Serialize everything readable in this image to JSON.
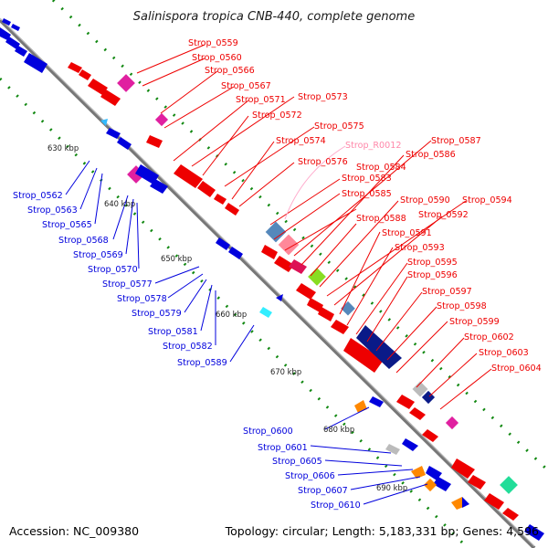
{
  "title": "Salinispora tropica CNB-440, complete genome",
  "footer": {
    "accession": "Accession: NC_009380",
    "info": "Topology: circular; Length: 5,183,331 bp; Genes: 4,596"
  },
  "colors": {
    "forward_cds": "#ee0000",
    "reverse_cds": "#0000dd",
    "trna": "#ff88aa",
    "backbone": "#888888",
    "gc_dots": "#118811"
  },
  "ticks": [
    "630 kbp",
    "640 kbp",
    "650 kbp",
    "660 kbp",
    "670 kbp",
    "680 kbp",
    "690 kbp"
  ],
  "forward_labels": [
    "Strop_0559",
    "Strop_0560",
    "Strop_0566",
    "Strop_0567",
    "Strop_0571",
    "Strop_0573",
    "Strop_0572",
    "Strop_0575",
    "Strop_0574",
    "Strop_R0012",
    "Strop_0587",
    "Strop_0586",
    "Strop_0576",
    "Strop_0584",
    "Strop_0583",
    "Strop_0585",
    "Strop_0590",
    "Strop_0594",
    "Strop_0588",
    "Strop_0592",
    "Strop_0591",
    "Strop_0593",
    "Strop_0595",
    "Strop_0596",
    "Strop_0597",
    "Strop_0598",
    "Strop_0599",
    "Strop_0602",
    "Strop_0603",
    "Strop_0604"
  ],
  "reverse_labels": [
    "Strop_0562",
    "Strop_0563",
    "Strop_0565",
    "Strop_0568",
    "Strop_0569",
    "Strop_0570",
    "Strop_0577",
    "Strop_0578",
    "Strop_0579",
    "Strop_0581",
    "Strop_0582",
    "Strop_0589",
    "Strop_0600",
    "Strop_0601",
    "Strop_0605",
    "Strop_0606",
    "Strop_0607",
    "Strop_0610"
  ]
}
